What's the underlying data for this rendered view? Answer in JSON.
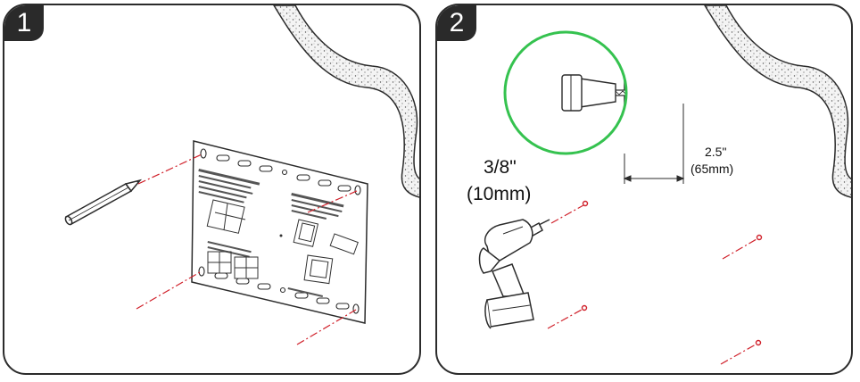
{
  "steps": [
    {
      "number": "1"
    },
    {
      "number": "2"
    }
  ],
  "drill": {
    "bit_size_in": "3/8\"",
    "bit_size_mm": "(10mm)",
    "depth_in": "2.5\"",
    "depth_mm": "(65mm)"
  },
  "colors": {
    "guide_line": "#d0202a",
    "detail_circle": "#35c24f",
    "outline": "#2b2b2b"
  },
  "icons": [
    "pencil-icon",
    "mounting-template",
    "wall-edge",
    "drill-icon",
    "drill-detail-icon",
    "drill-hole-marker"
  ]
}
